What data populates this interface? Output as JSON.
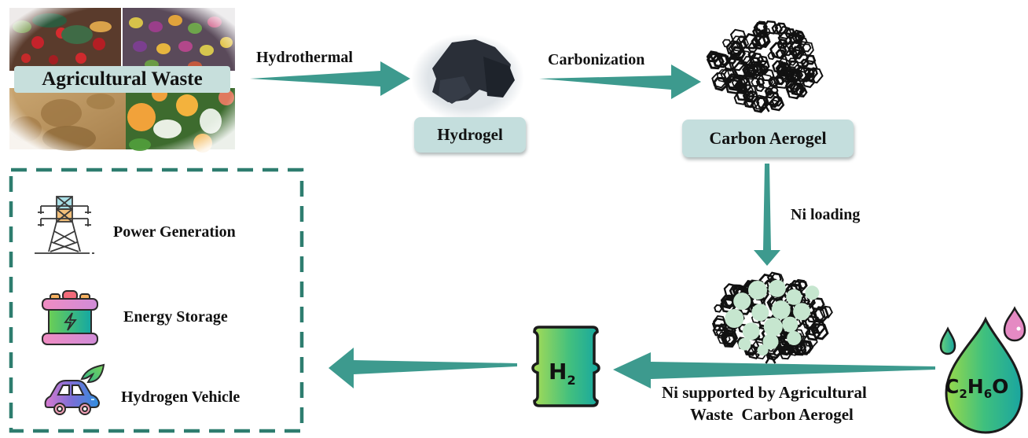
{
  "colors": {
    "arrow": "#3d9a8e",
    "pill_bg": "#c4dedd",
    "dash_border": "#2e7d6f",
    "nanoparticle": "#c6e6cf"
  },
  "source": {
    "label": "Agricultural Waste",
    "image_semantic": "agricultural-waste-photo-collage"
  },
  "steps": [
    {
      "arrow_label": "Hydrothermal",
      "product_label": "Hydrogel",
      "image_semantic": "hydrogel-photo"
    },
    {
      "arrow_label": "Carbonization",
      "product_label": "Carbon Aerogel",
      "image_semantic": "carbon-network-structure"
    },
    {
      "arrow_label": "Ni loading",
      "product_label": "",
      "image_semantic": "ni-loaded-carbon-aerogel"
    }
  ],
  "reaction": {
    "reactant": {
      "formula_parts": [
        "C",
        "2",
        "H",
        "6",
        "O"
      ],
      "icon_semantic": "ethanol-droplet-icon"
    },
    "catalyst_label_line1": "Ni supported by Agricultural",
    "catalyst_label_line2": "Waste  Carbon Aerogel",
    "product": {
      "formula_main": "H",
      "formula_sub": "2",
      "icon_semantic": "hydrogen-barrel-icon"
    }
  },
  "applications": {
    "items": [
      {
        "label": "Power Generation",
        "icon": "power-tower-icon"
      },
      {
        "label": "Energy Storage",
        "icon": "battery-icon"
      },
      {
        "label": "Hydrogen Vehicle",
        "icon": "eco-car-icon"
      }
    ]
  }
}
